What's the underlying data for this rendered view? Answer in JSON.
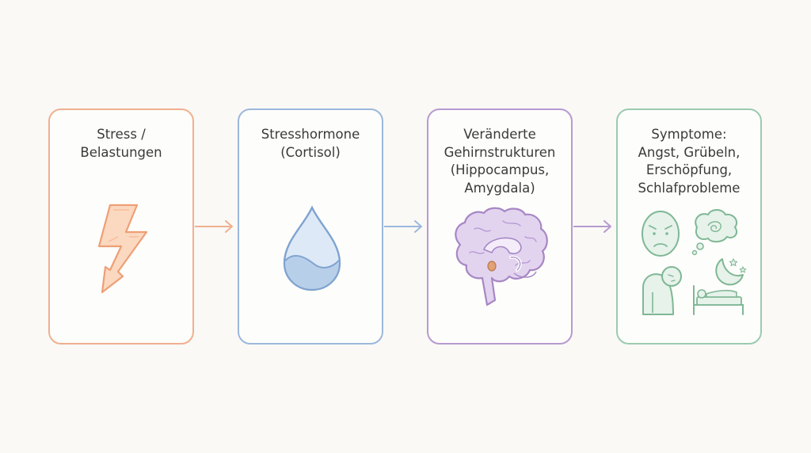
{
  "steps": [
    {
      "id": "stress",
      "lines": [
        "Stress /",
        "Belastungen"
      ],
      "color": "#f0b08e",
      "icon": "lightning-bolt-icon"
    },
    {
      "id": "hormones",
      "lines": [
        "Stresshormone",
        "(Cortisol)"
      ],
      "color": "#9cb8dc",
      "icon": "water-drop-icon"
    },
    {
      "id": "brain",
      "lines": [
        "Veränderte",
        "Gehirnstrukturen",
        "(Hippocampus,",
        "Amygdala)"
      ],
      "color": "#b79ad0",
      "icon": "brain-icon"
    },
    {
      "id": "symptoms",
      "lines": [
        "Symptome:",
        "Angst, Grübeln,",
        "Erschöpfung,",
        "Schlafprobleme"
      ],
      "color": "#9ccab0",
      "icon": "symptoms-icon-group"
    }
  ]
}
